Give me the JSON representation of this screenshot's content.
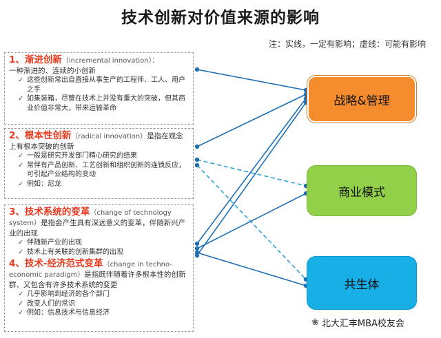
{
  "title": "技术创新对价值来源的影响",
  "note": "注：实线，一定有影响；虚线：可能有影响",
  "innovations": [
    {
      "heading": "1、渐进创新",
      "english": "（incremental innovation）：",
      "desc": "一种渐进的、连续的小创新",
      "bullets": [
        "这些创新常出自直接从事生产的工程师、工人、用户之手",
        "如集装箱，尽管在技术上并没有重大的突破，但其商业价值非常大，带来运输革命"
      ]
    },
    {
      "heading": "2、根本性创新",
      "english": "（radical innovation）",
      "desc": "是指在观念上有根本突破的创新",
      "bullets": [
        "一般是研究开发部门精心研究的结果",
        "常伴有产品创新、工艺创新和组织创新的连锁反应，可引起产业结构的变动",
        "例如：尼龙"
      ]
    },
    {
      "heading": "3、技术系统的变革",
      "english": "（change of technology system）",
      "desc": "是指会产生具有深远意义的变革，伴随新兴产业的出现",
      "bullets": [
        "伴随新产业的出现",
        "技术上有关联的创新集群的出现"
      ]
    },
    {
      "heading": "4、技术-经济范式变革",
      "english": "（change in techno-economic paradigm）",
      "desc": "是指既伴随着许多根本性的创新群、又包含有许多技术系统的变更",
      "bullets": [
        "几乎影响到经济的各个部门",
        "改变人们的常识",
        "例如：信息技术与信息经济"
      ]
    }
  ],
  "targets": [
    {
      "label": "战略&管理",
      "color": "#f48c2d"
    },
    {
      "label": "商业模式",
      "color": "#92d04a"
    },
    {
      "label": "共生体",
      "color": "#18aee6"
    }
  ],
  "connections": [
    {
      "from": "渐进创新",
      "to": "战略&管理",
      "style": "solid"
    },
    {
      "from": "根本性创新",
      "to": "战略&管理",
      "style": "solid"
    },
    {
      "from": "根本性创新",
      "to": "商业模式",
      "style": "dashed"
    },
    {
      "from": "根本性创新",
      "to": "共生体",
      "style": "dashed"
    },
    {
      "from": "技术系统的变革",
      "to": "战略&管理",
      "style": "solid"
    },
    {
      "from": "技术系统的变革",
      "to": "商业模式",
      "style": "solid"
    },
    {
      "from": "技术系统的变革",
      "to": "共生体",
      "style": "solid"
    },
    {
      "from": "技术-经济范式变革",
      "to": "战略&管理",
      "style": "solid"
    }
  ],
  "line_color": "#1f6fb5",
  "dash_color": "#2aa3d8",
  "watermark": "北大汇丰MBA校友会"
}
